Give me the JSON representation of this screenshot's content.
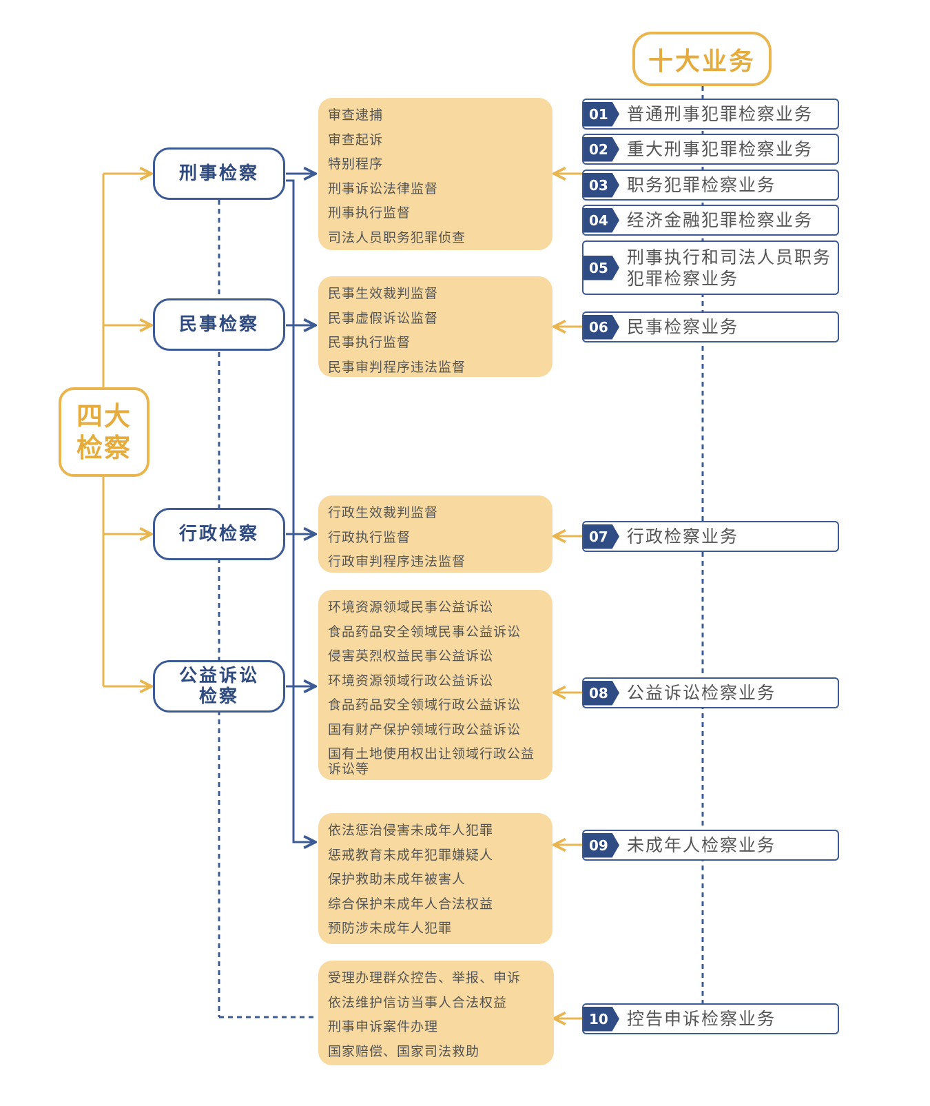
{
  "root": {
    "line1": "四大",
    "line2": "检察"
  },
  "top": {
    "title": "十大业务"
  },
  "categories": [
    {
      "label": "刑事检察"
    },
    {
      "label": "民事检察"
    },
    {
      "label": "行政检察"
    },
    {
      "label_line1": "公益诉讼",
      "label_line2": "检察"
    }
  ],
  "item_groups": [
    {
      "items": [
        "审查逮捕",
        "审查起诉",
        "特别程序",
        "刑事诉讼法律监督",
        "刑事执行监督",
        "司法人员职务犯罪侦查"
      ]
    },
    {
      "items": [
        "民事生效裁判监督",
        "民事虚假诉讼监督",
        "民事执行监督",
        "民事审判程序违法监督"
      ]
    },
    {
      "items": [
        "行政生效裁判监督",
        "行政执行监督",
        "行政审判程序违法监督"
      ]
    },
    {
      "items": [
        "环境资源领域民事公益诉讼",
        "食品药品安全领域民事公益诉讼",
        "侵害英烈权益民事公益诉讼",
        "环境资源领域行政公益诉讼",
        "食品药品安全领域行政公益诉讼",
        "国有财产保护领域行政公益诉讼",
        "国有土地使用权出让领域行政公益诉讼等"
      ]
    },
    {
      "items": [
        "依法惩治侵害未成年人犯罪",
        "惩戒教育未成年犯罪嫌疑人",
        "保护救助未成年被害人",
        "综合保护未成年人合法权益",
        "预防涉未成年人犯罪"
      ]
    },
    {
      "items": [
        "受理办理群众控告、举报、申诉",
        "依法维护信访当事人合法权益",
        "刑事申诉案件办理",
        "国家赔偿、国家司法救助"
      ]
    }
  ],
  "businesses": [
    {
      "num": "01",
      "label": "普通刑事犯罪检察业务"
    },
    {
      "num": "02",
      "label": "重大刑事犯罪检察业务"
    },
    {
      "num": "03",
      "label": "职务犯罪检察业务"
    },
    {
      "num": "04",
      "label": "经济金融犯罪检察业务"
    },
    {
      "num": "05",
      "label": "刑事执行和司法人员职务犯罪检察业务"
    },
    {
      "num": "06",
      "label": "民事检察业务"
    },
    {
      "num": "07",
      "label": "行政检察业务"
    },
    {
      "num": "08",
      "label": "公益诉讼检察业务"
    },
    {
      "num": "09",
      "label": "未成年人检察业务"
    },
    {
      "num": "10",
      "label": "控告申诉检察业务"
    }
  ],
  "colors": {
    "gold": "#e9b54f",
    "navy": "#3c5b94",
    "peach": "#f8daa1"
  }
}
